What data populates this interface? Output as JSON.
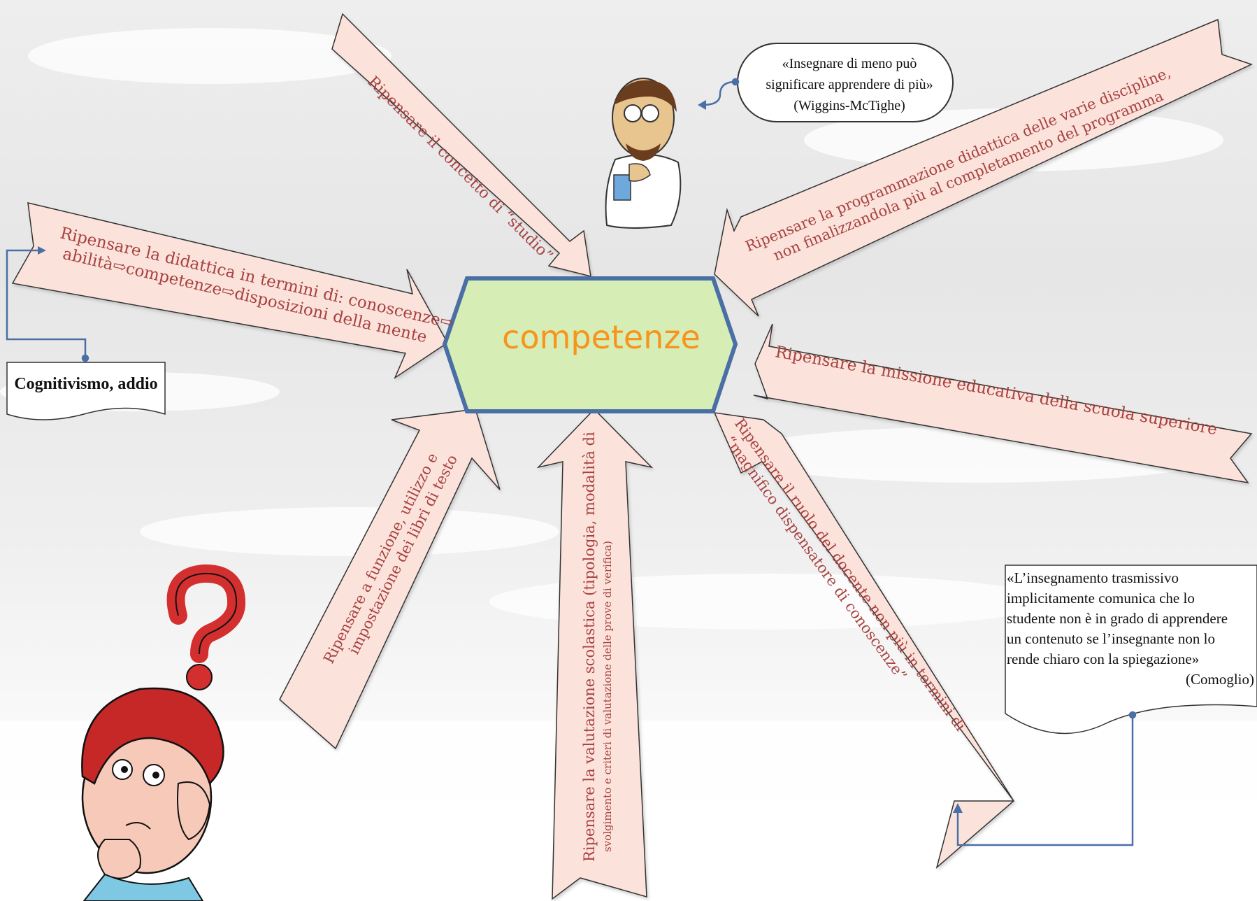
{
  "center": {
    "label": "competenze",
    "color": "#f7941d",
    "fill": "#d6eeb5",
    "border": "#4a6fa5"
  },
  "arrows": [
    {
      "id": "studio",
      "lines": [
        "Ripensare il concetto di “studio”"
      ]
    },
    {
      "id": "programmazione",
      "lines": [
        "Ripensare la programmazione didattica delle varie discipline,",
        "non finalizzandola più al completamento del programma"
      ]
    },
    {
      "id": "didattica",
      "lines": [
        "Ripensare la didattica in termini di: conoscenze⇨",
        "abilità⇨competenze⇨disposizioni della mente"
      ]
    },
    {
      "id": "missione",
      "lines": [
        "Ripensare la missione educativa della scuola superiore"
      ]
    },
    {
      "id": "libri",
      "lines": [
        "Ripensare a funzione, utilizzo e",
        "impostazione dei libri di testo"
      ]
    },
    {
      "id": "valutazione",
      "lines": [
        "Ripensare la valutazione scolastica (tipologia, modalità di",
        "svolgimento e criteri di valutazione delle prove di verifica)"
      ]
    },
    {
      "id": "docente",
      "lines": [
        "Ripensare il ruolo del docente non più in termini di",
        "“magnifico dispensatore di conoscenze”"
      ]
    }
  ],
  "notes": {
    "cognitivismo": "Cognitivismo, addio",
    "comoglio_lines": [
      "«L’insegnamento trasmissivo",
      "implicitamente comunica che lo",
      "studente non è in grado di apprendere",
      "un contenuto se l’insegnante non lo",
      "rende chiaro con la spiegazione»"
    ],
    "comoglio_author": "(Comoglio)",
    "bubble_lines": [
      "«Insegnare di meno può",
      "significare apprendere di più»",
      "(Wiggins-McTighe)"
    ]
  },
  "colors": {
    "arrow_fill": "#fbe3dc",
    "arrow_text": "#a8413f",
    "connector": "#4a6fa5"
  },
  "icons": [
    "thinking-teacher-illustration",
    "puzzled-boy-illustration",
    "question-mark-icon"
  ]
}
